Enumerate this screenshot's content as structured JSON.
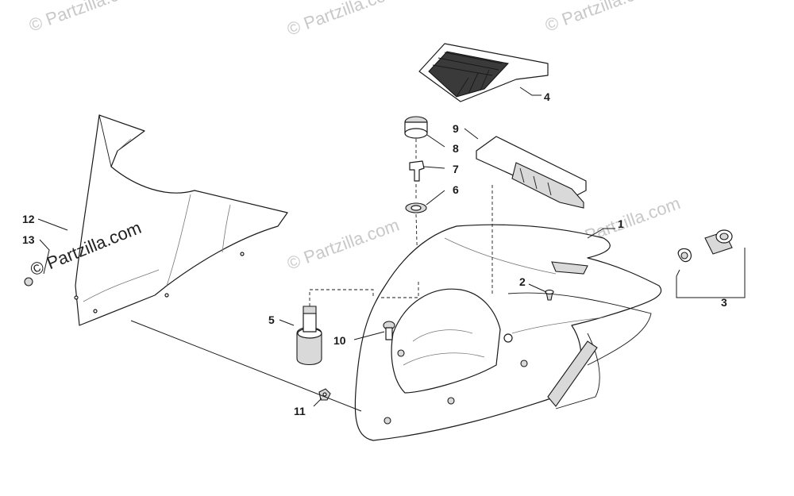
{
  "watermark": {
    "text": "© Partzilla.com",
    "faint_text": "© Partzilla.com",
    "side_text": "Partzilla.com"
  },
  "callouts": [
    {
      "id": "c1",
      "label": "1"
    },
    {
      "id": "c2",
      "label": "2"
    },
    {
      "id": "c3",
      "label": "3"
    },
    {
      "id": "c4",
      "label": "4"
    },
    {
      "id": "c5",
      "label": "5"
    },
    {
      "id": "c6",
      "label": "6"
    },
    {
      "id": "c7",
      "label": "7"
    },
    {
      "id": "c8",
      "label": "8"
    },
    {
      "id": "c9",
      "label": "9"
    },
    {
      "id": "c10",
      "label": "10"
    },
    {
      "id": "c11",
      "label": "11"
    },
    {
      "id": "c12",
      "label": "12"
    },
    {
      "id": "c13",
      "label": "13"
    }
  ],
  "colors": {
    "line": "#1a1a1a",
    "watermark": "#c8c8c8",
    "background": "#ffffff"
  }
}
